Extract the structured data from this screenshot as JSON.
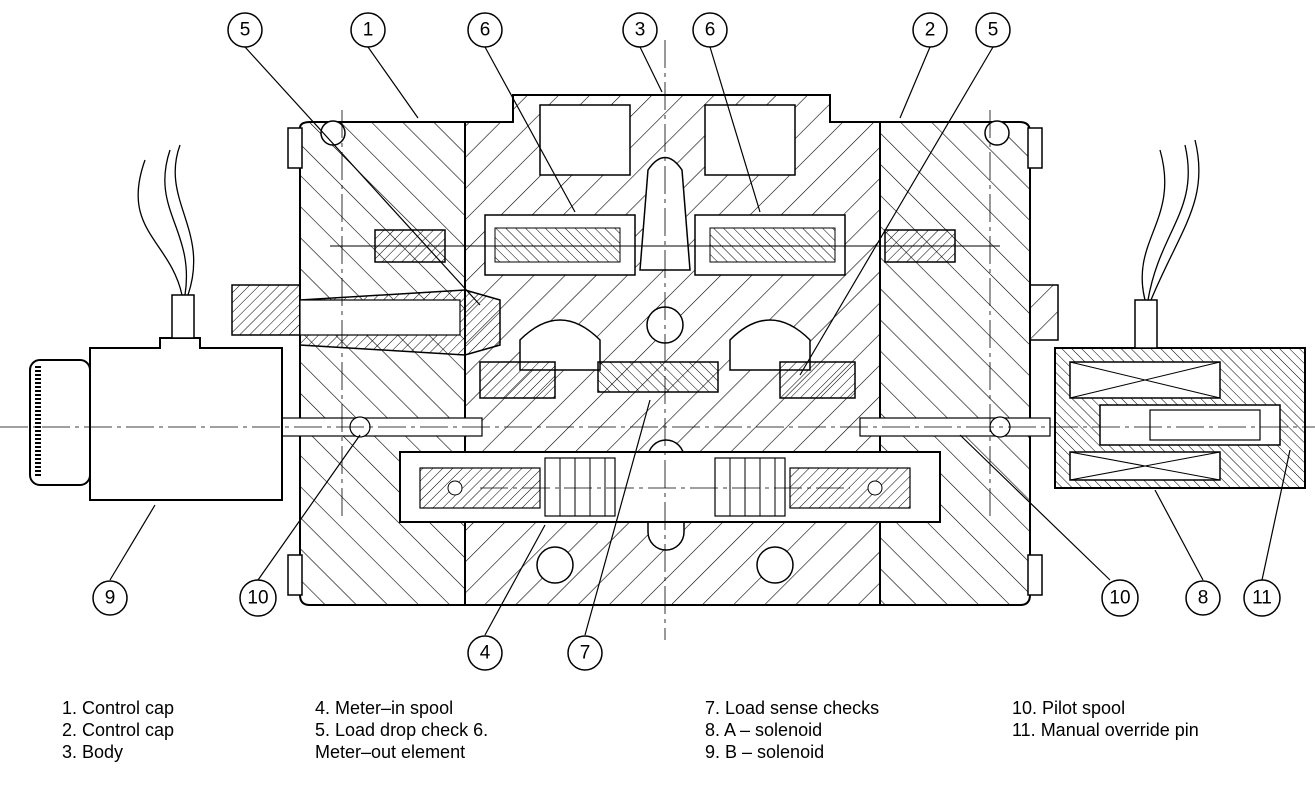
{
  "callouts": [
    {
      "id": "c5a",
      "label": "5"
    },
    {
      "id": "c1",
      "label": "1"
    },
    {
      "id": "c6a",
      "label": "6"
    },
    {
      "id": "c3",
      "label": "3"
    },
    {
      "id": "c6b",
      "label": "6"
    },
    {
      "id": "c2",
      "label": "2"
    },
    {
      "id": "c5b",
      "label": "5"
    },
    {
      "id": "c9",
      "label": "9"
    },
    {
      "id": "c10a",
      "label": "10"
    },
    {
      "id": "c4",
      "label": "4"
    },
    {
      "id": "c7",
      "label": "7"
    },
    {
      "id": "c10b",
      "label": "10"
    },
    {
      "id": "c8",
      "label": "8"
    },
    {
      "id": "c11",
      "label": "11"
    }
  ],
  "legend": {
    "col1": [
      "1. Control cap",
      "2. Control cap",
      "3. Body"
    ],
    "col2": [
      "4. Meter–in spool",
      "5. Load drop check 6.",
      "Meter–out element"
    ],
    "col3": [
      "7. Load sense checks",
      "8. A – solenoid",
      "9. B – solenoid"
    ],
    "col4": [
      "10. Pilot spool",
      "11. Manual override pin"
    ]
  }
}
